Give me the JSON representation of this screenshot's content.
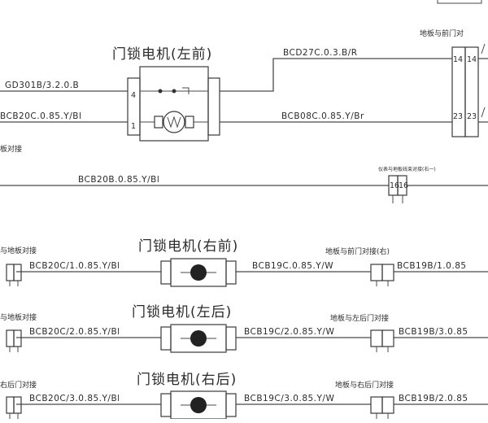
{
  "motors": {
    "left_front": "门锁电机(左前)",
    "right_front": "门锁电机(右前)",
    "left_rear": "门锁电机(左后)",
    "right_rear": "门锁电机(右后)"
  },
  "connectors": {
    "floor_lf_top": "地板与前门对",
    "floor_rf": "地板与前门对接(右)",
    "floor_lr": "地板与左后门对接",
    "floor_rr": "地板与右后门对接",
    "mid_tiny": "仪表与地板线束对接(右一)",
    "left_edge_1": "板对接",
    "left_edge_2": "与地板对接",
    "left_edge_3": "与地板对接",
    "left_edge_4": "右后门对接"
  },
  "wires": {
    "gd301b": "GD301B/3.2.0.B",
    "bcb20c_top": "BCB20C.0.85.Y/Bl",
    "bcd27c": "BCD27C.0.3.B/R",
    "bcb08c": "BCB08C.0.85.Y/Br",
    "bcb20b": "BCB20B.0.85.Y/Bl",
    "bcb20c1": "BCB20C/1.0.85.Y/Bl",
    "bcb19c": "BCB19C.0.85.Y/W",
    "bcb19b1": "BCB19B/1.0.85",
    "bcb20c2": "BCB20C/2.0.85.Y/Bl",
    "bcb19c2": "BCB19C/2.0.85.Y/W",
    "bcb19b3": "BCB19B/3.0.85",
    "bcb20c3": "BCB20C/3.0.85.Y/Bl",
    "bcb19c3": "BCB19C/3.0.85.Y/W",
    "bcb19b2": "BCB19B/2.0.85"
  },
  "pins": {
    "p4": "4",
    "p1": "1",
    "p14a": "14",
    "p14b": "14",
    "p23a": "23",
    "p23b": "23",
    "p16a": "16",
    "p16b": "16"
  }
}
